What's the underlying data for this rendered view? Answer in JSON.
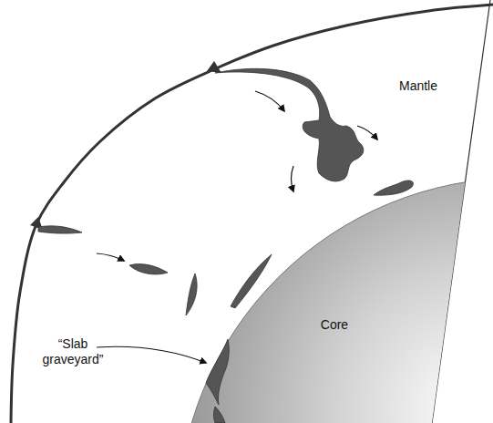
{
  "diagram": {
    "nodes": [
      {
        "text": [
          "Core"
        ]
      }
    ],
    "labels": [
      "Mantle",
      "“Slab graveyard”"
    ]
  }
}
